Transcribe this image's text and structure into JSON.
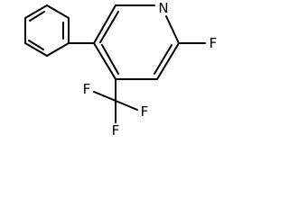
{
  "structure": {
    "atoms": {
      "n1": "N",
      "f_ring": "F",
      "f_cf3_left": "F",
      "f_cf3_right": "F",
      "f_cf3_bottom": "F"
    }
  },
  "colors": {
    "bond": "#000000",
    "label": "#000000",
    "background": "#ffffff"
  }
}
